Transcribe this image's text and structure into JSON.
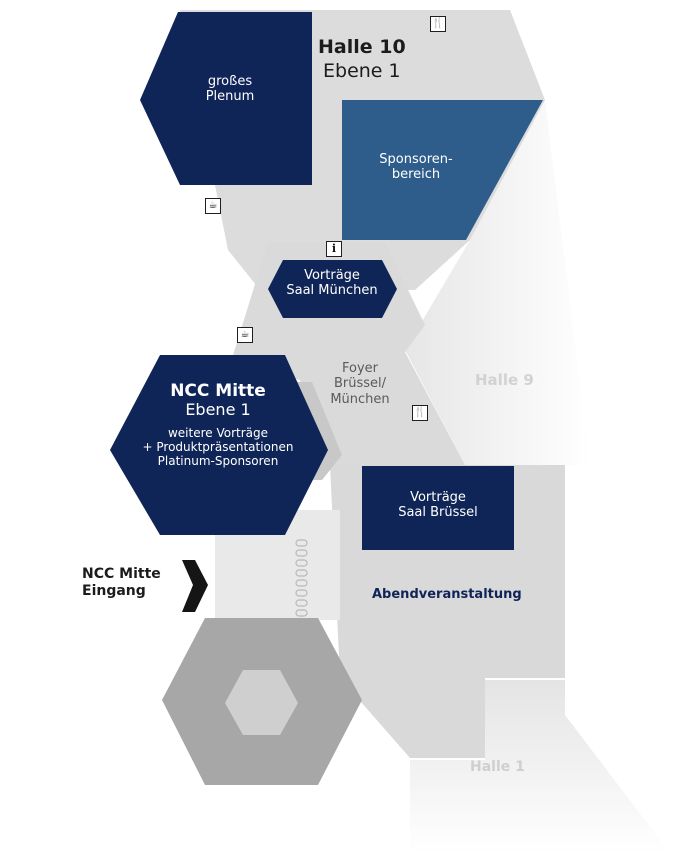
{
  "map": {
    "halle10": {
      "title": "Halle 10",
      "subtitle": "Ebene 1"
    },
    "plenum": {
      "line1": "großes",
      "line2": "Plenum"
    },
    "sponsoren": {
      "line1": "Sponsoren-",
      "line2": "bereich"
    },
    "saal_muenchen": {
      "line1": "Vorträge",
      "line2": "Saal München"
    },
    "foyer": {
      "line1": "Foyer",
      "line2": "Brüssel/",
      "line3": "München"
    },
    "ncc_mitte": {
      "title": "NCC Mitte",
      "subtitle": "Ebene 1",
      "line1": "weitere Vorträge",
      "line2": "+ Produktpräsentationen",
      "line3": "Platinum-Sponsoren"
    },
    "halle9": "Halle 9",
    "saal_bruessel": {
      "line1": "Vorträge",
      "line2": "Saal Brüssel"
    },
    "abend": "Abendveranstaltung",
    "eingang": {
      "line1": "NCC Mitte",
      "line2": "Eingang"
    },
    "halle1": "Halle 1",
    "icons": {
      "fork_knife": "🍴",
      "coffee": "☕",
      "info": "i"
    },
    "colors": {
      "navy": "#0f2557",
      "blue": "#2e5d8c",
      "hall_gray": "#dcdcdc",
      "dark_gray": "#a7a7a7"
    }
  }
}
